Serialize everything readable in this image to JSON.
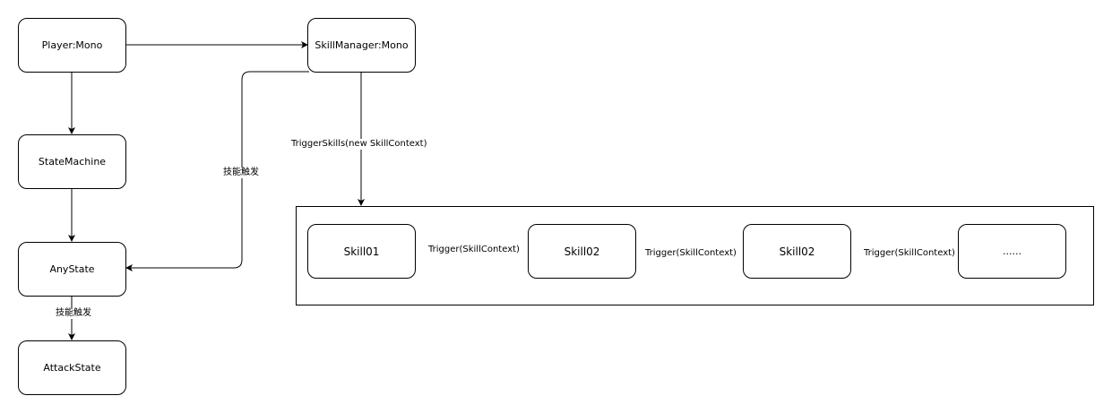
{
  "nodes": {
    "player": "Player:Mono",
    "skill_manager": "SkillManager:Mono",
    "state_machine": "StateMachine",
    "any_state": "AnyState",
    "attack_state": "AttackState",
    "skill01": "Skill01",
    "skill02_a": "Skill02",
    "skill02_b": "Skill02",
    "ellipsis": "......"
  },
  "edge_labels": {
    "skill_trigger_manager": "技能触发",
    "skill_trigger_anystate": "技能触发",
    "trigger_skills": "TriggerSkills(new SkillContext)",
    "trigger_1": "Trigger(SkillContext)",
    "trigger_2": "Trigger(SkillContext)",
    "trigger_3": "Trigger(SkillContext)"
  },
  "colors": {
    "stroke": "#000000",
    "background": "#ffffff"
  }
}
